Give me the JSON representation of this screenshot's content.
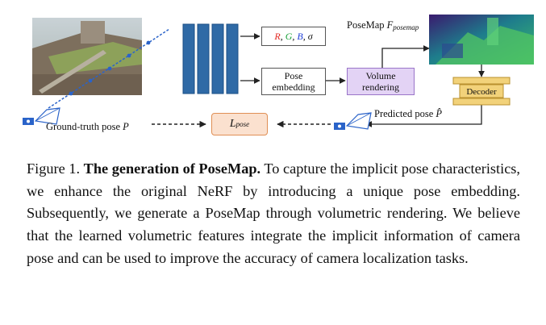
{
  "figure": {
    "rgb_sigma": {
      "r": "R",
      "g": "G",
      "b": "B",
      "sigma": "σ",
      "sep": ","
    },
    "pose_embedding": [
      "Pose",
      "embedding"
    ],
    "volume_rendering": [
      "Volume",
      "rendering"
    ],
    "posemap_label": "PoseMap",
    "posemap_symbol": "F",
    "posemap_sub": "posemap",
    "decoder": "Decoder",
    "predicted_pose": "Predicted pose",
    "predicted_pose_symbol": "P̂",
    "ground_truth_pose": "Ground-truth pose",
    "ground_truth_symbol": "P",
    "loss_symbol": "L",
    "loss_sub": "pose",
    "colors": {
      "network": "#2f6aa6",
      "red": "#e2261f",
      "green": "#1ca33b",
      "blue": "#1f3fd6",
      "volume_fill": "#e3d3f5",
      "volume_border": "#9a75c9",
      "decoder_fill": "#f2d27a",
      "loss_fill": "#fbe1cf",
      "loss_border": "#e08f55"
    }
  },
  "caption": {
    "label": "Figure 1.",
    "title": "The generation of PoseMap.",
    "body": "To capture the implicit pose characteristics, we enhance the original NeRF by introducing a unique pose embedding. Subsequently, we generate a PoseMap through volumetric rendering. We believe that the learned volumetric features integrate the implicit information of camera pose and can be used to improve the accuracy of camera localization tasks."
  }
}
